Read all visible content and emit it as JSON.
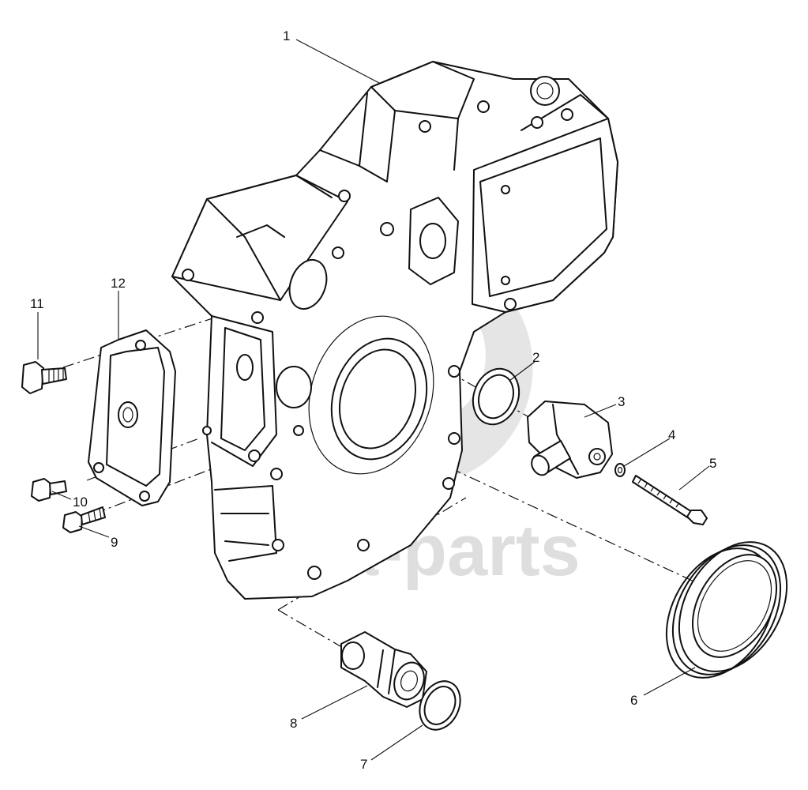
{
  "watermark": {
    "text": "data-parts"
  },
  "callouts": [
    {
      "id": "1",
      "label": "1"
    },
    {
      "id": "2",
      "label": "2"
    },
    {
      "id": "3",
      "label": "3"
    },
    {
      "id": "4",
      "label": "4"
    },
    {
      "id": "5",
      "label": "5"
    },
    {
      "id": "6",
      "label": "6"
    },
    {
      "id": "7",
      "label": "7"
    },
    {
      "id": "8",
      "label": "8"
    },
    {
      "id": "9",
      "label": "9"
    },
    {
      "id": "10",
      "label": "10"
    },
    {
      "id": "11",
      "label": "11"
    },
    {
      "id": "12",
      "label": "12"
    }
  ]
}
